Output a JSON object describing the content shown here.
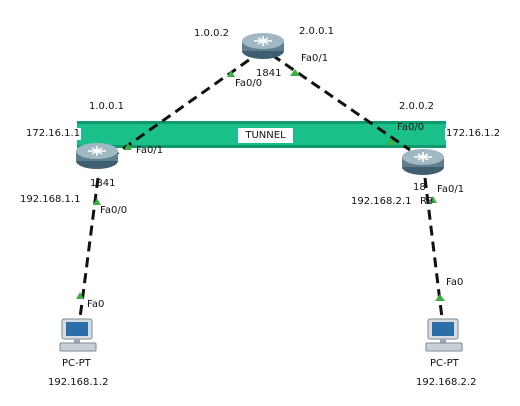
{
  "topology": {
    "tunnel_label": "TUNNEL",
    "top_router": {
      "model_label": "1841",
      "ip_left": "1.0.0.2",
      "ip_right": "2.0.0.1",
      "port_left": "Fa0/0",
      "port_right": "Fa0/1"
    },
    "left_router": {
      "model_label": "1841",
      "ip_wan": "1.0.0.1",
      "ip_tunnel": "172.16.1.1",
      "ip_lan": "192.168.1.1",
      "port_wan": "Fa0/1",
      "port_lan": "Fa0/0"
    },
    "right_router": {
      "model_label": "18",
      "name_label": "R3",
      "ip_wan": "2.0.0.2",
      "ip_tunnel": "172.16.1.2",
      "ip_lan": "192.168.2.1",
      "port_wan": "Fa0/0",
      "port_lan": "Fa0/1"
    },
    "left_pc": {
      "type_label": "PC-PT",
      "ip": "192.168.1.2",
      "port": "Fa0"
    },
    "right_pc": {
      "type_label": "PC-PT",
      "ip": "192.168.2.2",
      "port": "Fa0"
    },
    "colors": {
      "tunnel": "#1bbf8a",
      "link_indicator": "#3cb043",
      "router_body": "#5f7f8f",
      "pc_screen": "#2c6fa8"
    },
    "icons": {
      "router": "router-icon",
      "pc": "pc-icon",
      "link_up": "triangle-up-icon"
    }
  }
}
